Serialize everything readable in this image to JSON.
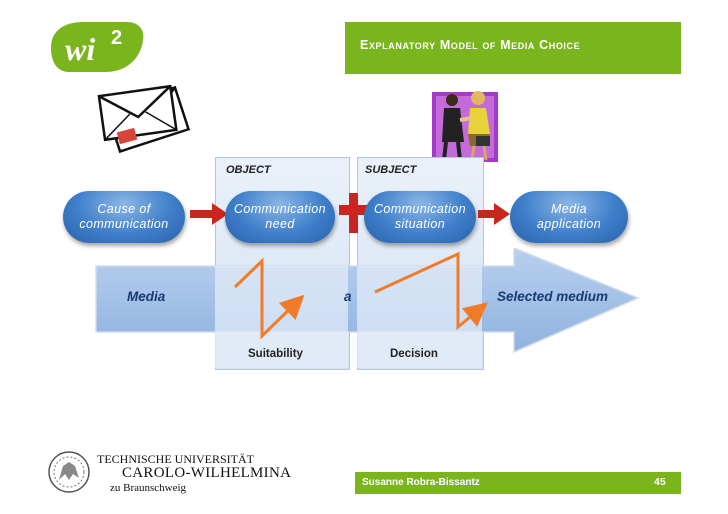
{
  "header": {
    "title": "Explanatory Model of Media Choice"
  },
  "logo": {
    "text": "wi",
    "superscript": "2",
    "color": "#7ab51d"
  },
  "panels": {
    "object_label": "OBJECT",
    "subject_label": "SUBJECT"
  },
  "nodes": {
    "cause": {
      "line1": "Cause of",
      "line2": "communication"
    },
    "need": {
      "line1": "Communication",
      "line2": "need"
    },
    "situation": {
      "line1": "Communication",
      "line2": "situation"
    },
    "application": {
      "line1": "Media",
      "line2": "application"
    }
  },
  "media_arrow": {
    "start_label": "Media",
    "middle_label": "a",
    "end_label": "Selected medium"
  },
  "phases": {
    "suitability": "Suitability",
    "decision": "Decision"
  },
  "footer": {
    "author": "Susanne Robra-Bissantz",
    "page_number": "45"
  },
  "university": {
    "line1": "TECHNISCHE UNIVERSITÄT",
    "line2": "CAROLO-WILHELMINA",
    "line3": "zu Braunschweig"
  },
  "icons": [
    "envelopes-clipart-icon",
    "handshake-clipart-icon",
    "plus-icon",
    "red-arrow-icon",
    "lion-seal-icon"
  ],
  "colors": {
    "accent_green": "#7ab51d",
    "oval_blue": "#3f7fca",
    "arrow_red": "#c8261e",
    "zigzag_orange": "#f07c2a"
  }
}
